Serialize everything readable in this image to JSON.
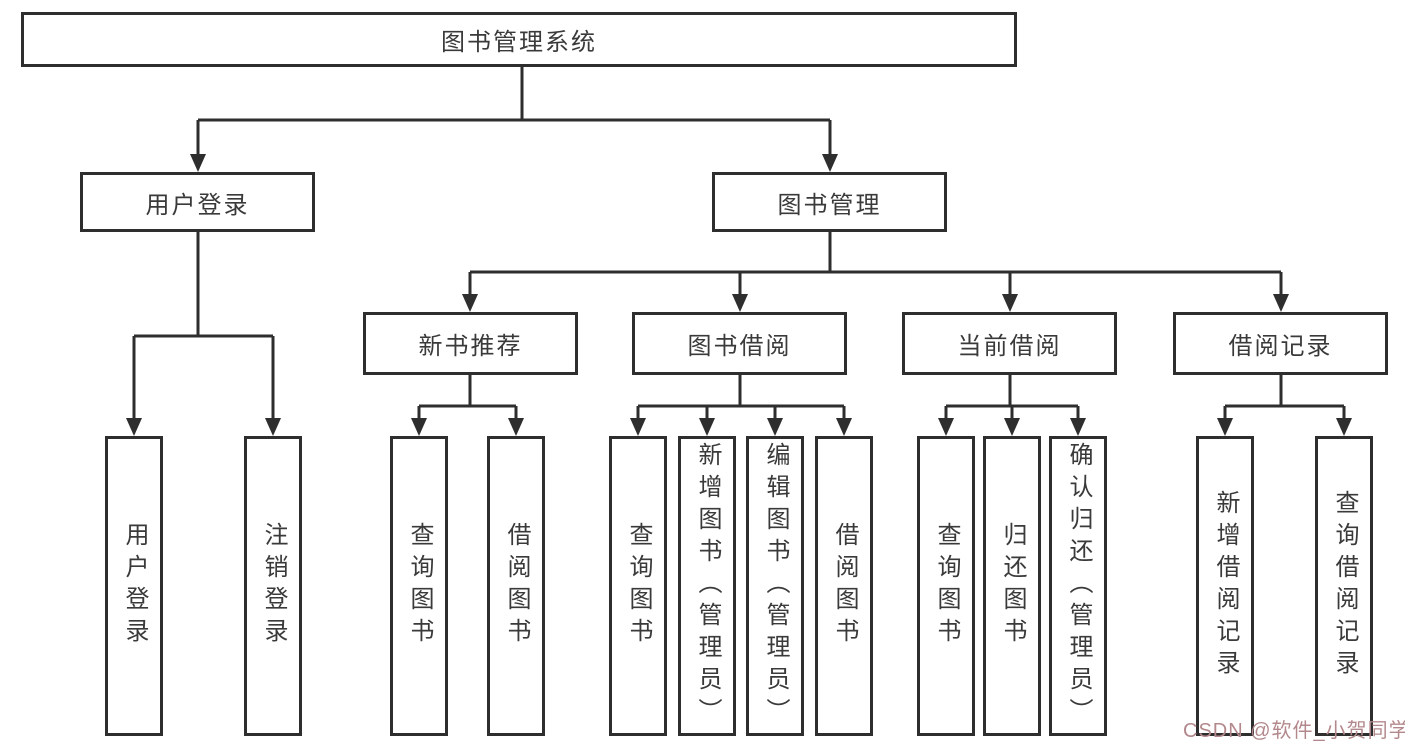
{
  "colors": {
    "background": "#ffffff",
    "line": "#2e2e2e",
    "text": "#3a3a3a",
    "watermark": "#b3888c"
  },
  "tree": {
    "root": {
      "label": "图书管理系统"
    },
    "level2": [
      {
        "label": "用户登录"
      },
      {
        "label": "图书管理"
      }
    ],
    "level3": [
      {
        "label": "新书推荐"
      },
      {
        "label": "图书借阅"
      },
      {
        "label": "当前借阅"
      },
      {
        "label": "借阅记录"
      }
    ],
    "leaves": {
      "user_login": [
        "用户登录",
        "注销登录"
      ],
      "new_book_recommend": [
        "查询图书",
        "借阅图书"
      ],
      "book_borrow": [
        "查询图书",
        "新增图书（管理员）",
        "编辑图书（管理员）",
        "借阅图书"
      ],
      "current_borrow": [
        "查询图书",
        "归还图书",
        "确认归还（管理员）"
      ],
      "borrow_records": [
        "新增借阅记录",
        "查询借阅记录"
      ]
    }
  },
  "watermark": {
    "label": "CSDN @软件_小贺同学"
  }
}
